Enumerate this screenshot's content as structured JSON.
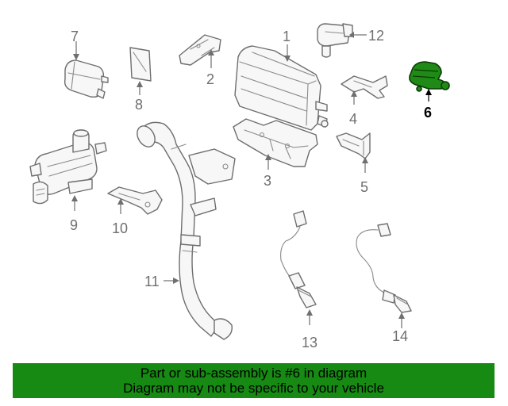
{
  "callouts": {
    "c1": "1",
    "c2": "2",
    "c3": "3",
    "c4": "4",
    "c5": "5",
    "c6": "6",
    "c7": "7",
    "c8": "8",
    "c9": "9",
    "c10": "10",
    "c11": "11",
    "c12": "12",
    "c13": "13",
    "c14": "14"
  },
  "highlighted_part": "6",
  "colors": {
    "highlight": "#1f8a16",
    "banner": "#168a13",
    "line": "#6e6e6e"
  },
  "banner": {
    "line1": "Part or sub-assembly is #6 in diagram",
    "line2": "Diagram may not be specific to your vehicle"
  }
}
